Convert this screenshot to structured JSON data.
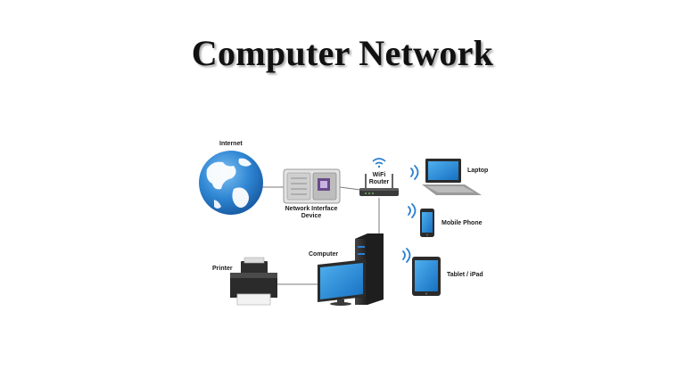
{
  "title": "Computer Network",
  "labels": {
    "internet": "Internet",
    "network_interface_device": "Network Interface Device",
    "wifi_router": "WiFi Router",
    "laptop": "Laptop",
    "mobile_phone": "Mobile Phone",
    "tablet": "Tablet / iPad",
    "computer": "Computer",
    "printer": "Printer"
  },
  "colors": {
    "screen_blue": "#1e8ad6",
    "globe_blue": "#2f86d3",
    "connector": "#7a7a7a",
    "device_dark": "#2b2b2b",
    "wifi_blue": "#2a7fd0"
  },
  "icons": [
    "globe-icon",
    "network-interface-device-icon",
    "wifi-router-icon",
    "laptop-icon",
    "mobile-phone-icon",
    "tablet-icon",
    "computer-tower-icon",
    "monitor-icon",
    "printer-icon",
    "wifi-signal-icon"
  ]
}
